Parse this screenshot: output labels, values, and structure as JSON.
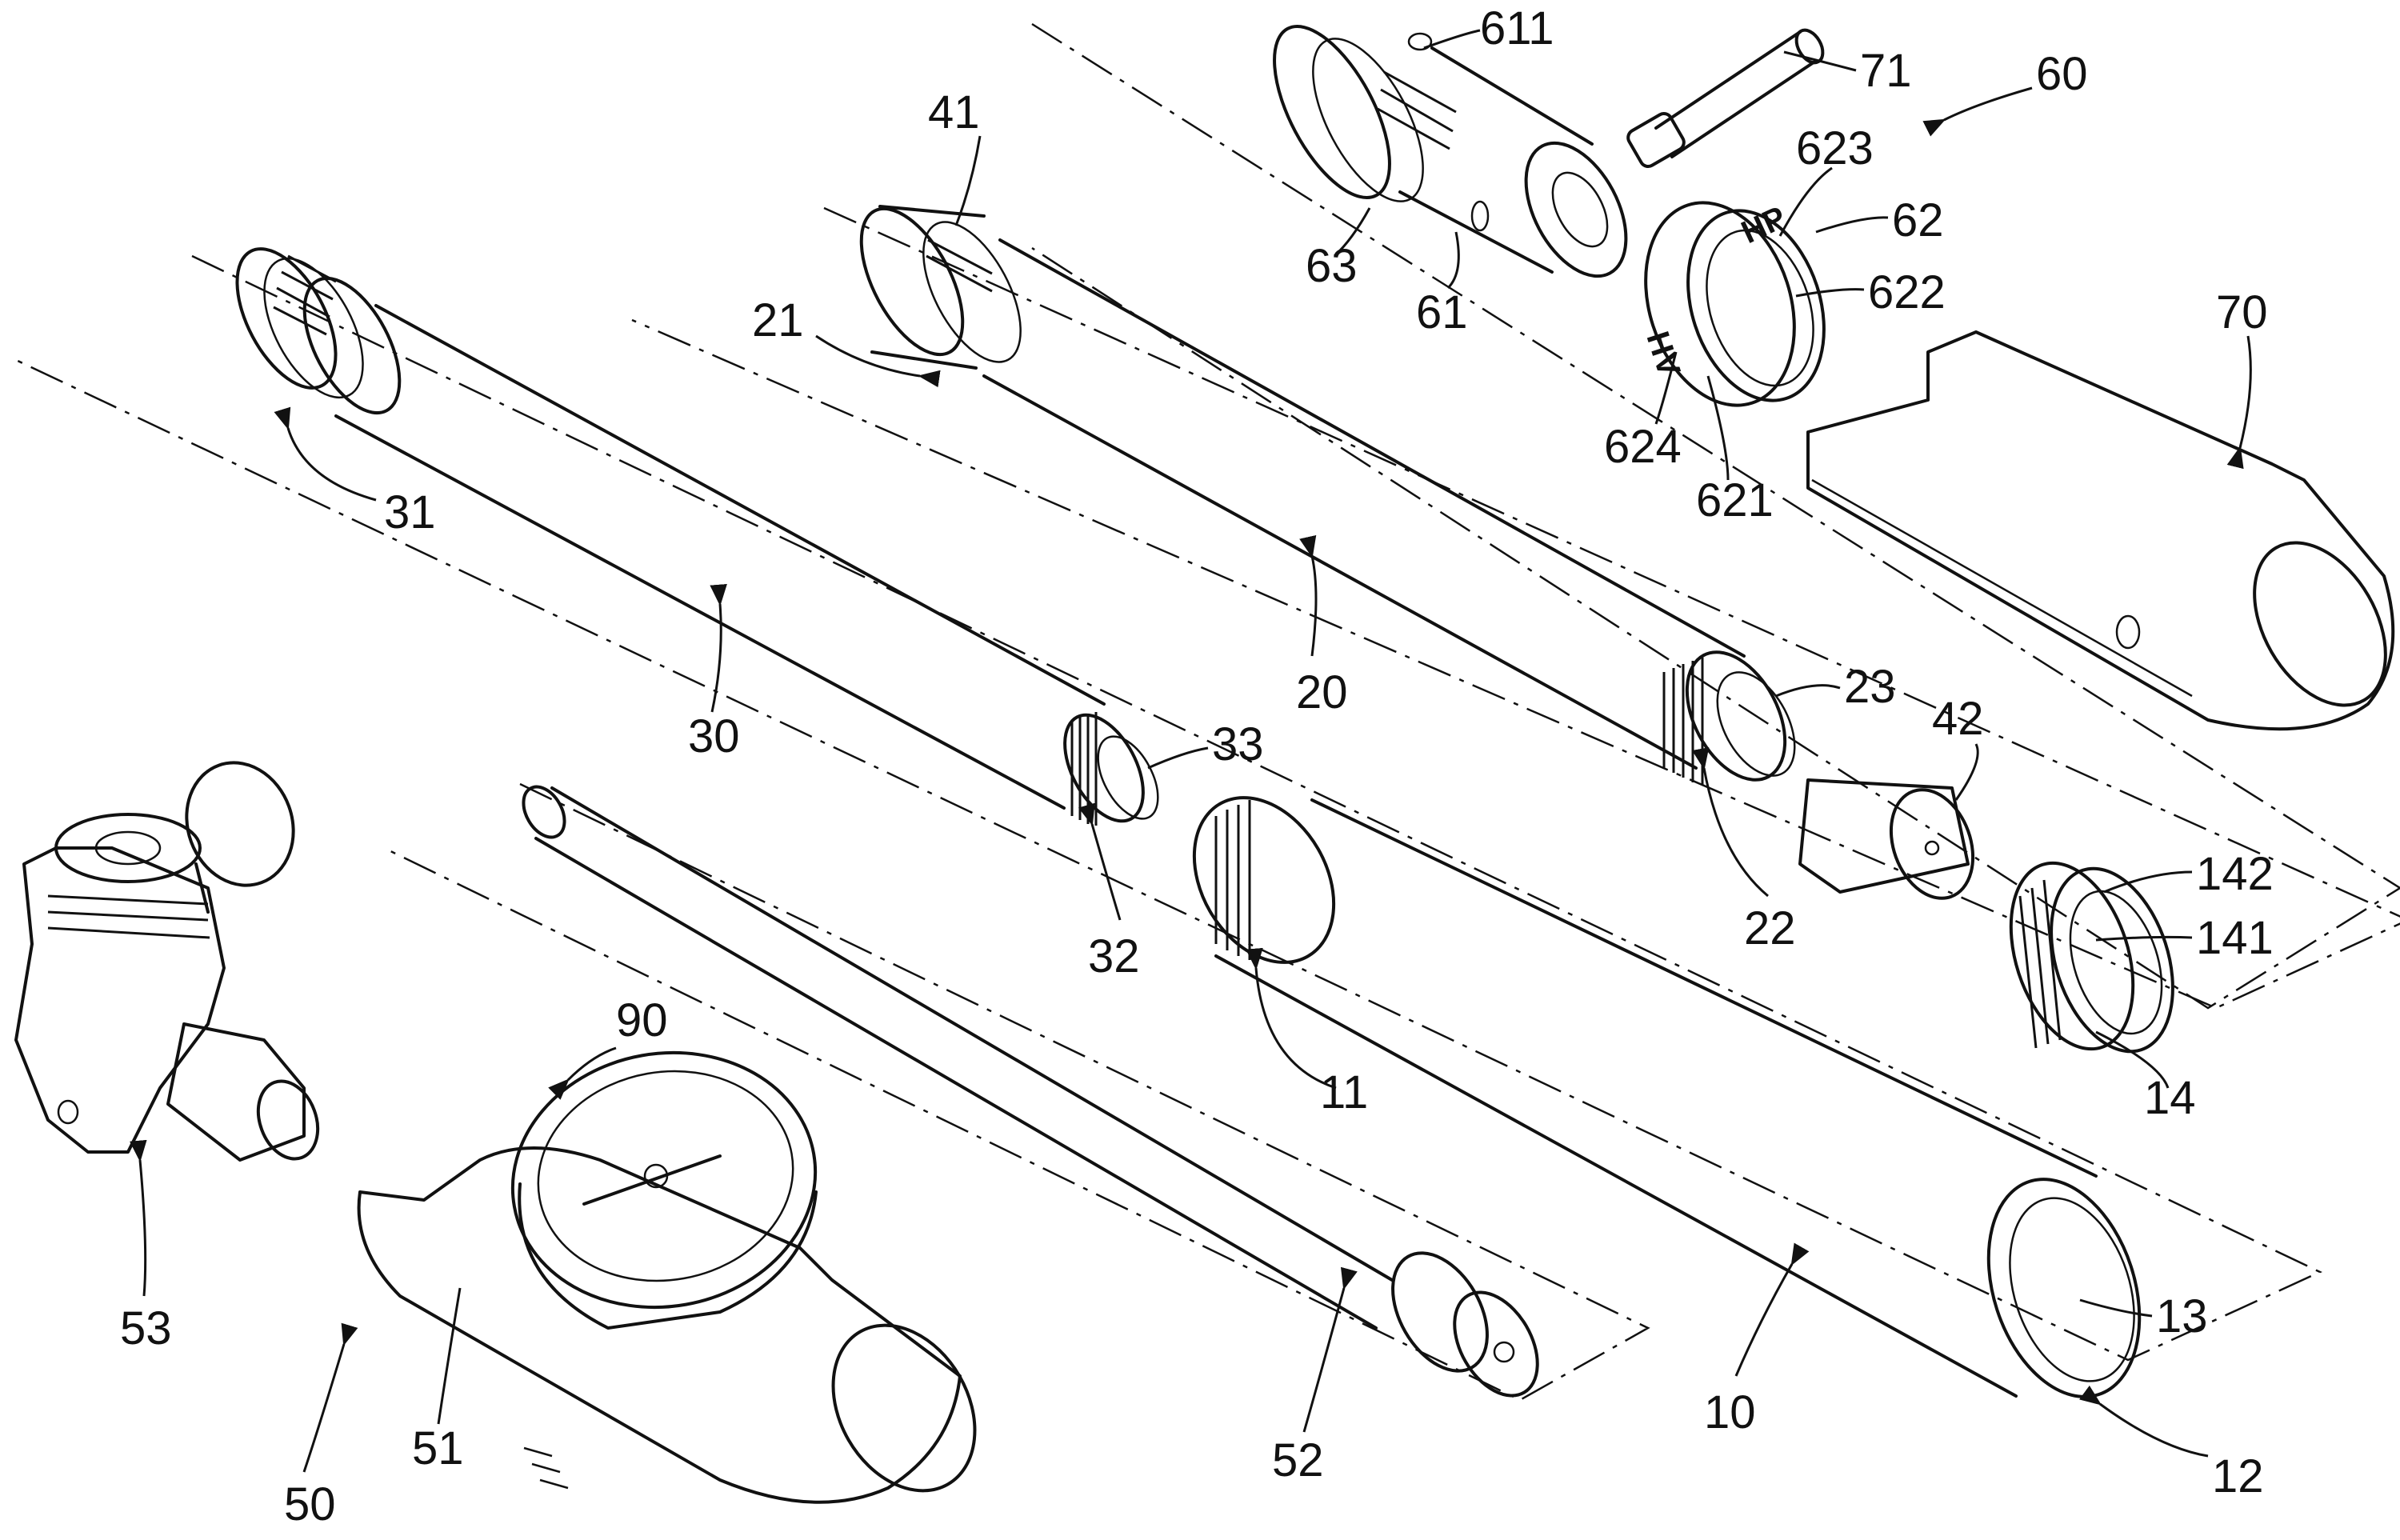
{
  "drawing_marks": {
    "hp": "HP",
    "hv": "HV"
  },
  "reference_numerals": [
    {
      "id": "60",
      "text": "60"
    },
    {
      "id": "611",
      "text": "611"
    },
    {
      "id": "71",
      "text": "71"
    },
    {
      "id": "623",
      "text": "623"
    },
    {
      "id": "62",
      "text": "62"
    },
    {
      "id": "622",
      "text": "622"
    },
    {
      "id": "41",
      "text": "41"
    },
    {
      "id": "63",
      "text": "63"
    },
    {
      "id": "61",
      "text": "61"
    },
    {
      "id": "70",
      "text": "70"
    },
    {
      "id": "21",
      "text": "21"
    },
    {
      "id": "624",
      "text": "624"
    },
    {
      "id": "621",
      "text": "621"
    },
    {
      "id": "31",
      "text": "31"
    },
    {
      "id": "20",
      "text": "20"
    },
    {
      "id": "30",
      "text": "30"
    },
    {
      "id": "23",
      "text": "23"
    },
    {
      "id": "33",
      "text": "33"
    },
    {
      "id": "42",
      "text": "42"
    },
    {
      "id": "142",
      "text": "142"
    },
    {
      "id": "22",
      "text": "22"
    },
    {
      "id": "141",
      "text": "141"
    },
    {
      "id": "32",
      "text": "32"
    },
    {
      "id": "90",
      "text": "90"
    },
    {
      "id": "11",
      "text": "11"
    },
    {
      "id": "14",
      "text": "14"
    },
    {
      "id": "53",
      "text": "53"
    },
    {
      "id": "13",
      "text": "13"
    },
    {
      "id": "52",
      "text": "52"
    },
    {
      "id": "10",
      "text": "10"
    },
    {
      "id": "51",
      "text": "51"
    },
    {
      "id": "50",
      "text": "50"
    },
    {
      "id": "12",
      "text": "12"
    }
  ]
}
